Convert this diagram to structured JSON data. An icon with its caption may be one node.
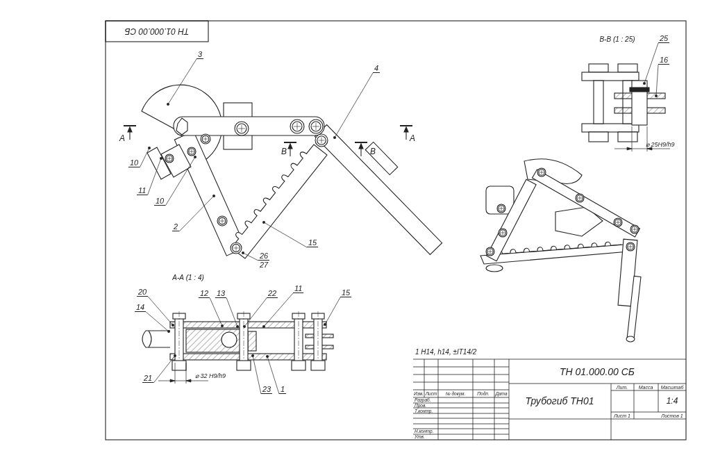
{
  "diagram": {
    "nodes": [
      {
        "text": [
          "3"
        ]
      },
      {
        "text": [
          "4"
        ]
      },
      {
        "text": [
          "10"
        ]
      },
      {
        "text": [
          "11"
        ]
      },
      {
        "text": [
          "10"
        ]
      },
      {
        "text": [
          "2"
        ]
      },
      {
        "text": [
          "15"
        ]
      },
      {
        "text": [
          "26",
          "27"
        ]
      },
      {
        "text": [
          "20"
        ]
      },
      {
        "text": [
          "14"
        ]
      },
      {
        "text": [
          "12"
        ]
      },
      {
        "text": [
          "13"
        ]
      },
      {
        "text": [
          "22"
        ]
      },
      {
        "text": [
          "11"
        ]
      },
      {
        "text": [
          "15"
        ]
      },
      {
        "text": [
          "21"
        ]
      },
      {
        "text": [
          "23"
        ]
      },
      {
        "text": [
          "1"
        ]
      },
      {
        "text": [
          "25"
        ]
      },
      {
        "text": [
          "16"
        ]
      },
      {
        "text": [],
        "shape": "circle"
      },
      {
        "text": [],
        "shape": "circle"
      },
      {
        "text": [],
        "shape": "circle"
      },
      {
        "text": [],
        "shape": "circle"
      },
      {
        "text": [],
        "shape": "circle"
      },
      {
        "text": [],
        "shape": "circle"
      },
      {
        "text": [],
        "shape": "circle"
      },
      {
        "text": [],
        "shape": "circle"
      },
      {
        "text": [],
        "shape": "circle"
      },
      {
        "text": [],
        "shape": "circle"
      },
      {
        "text": [],
        "shape": "circle"
      },
      {
        "text": [],
        "shape": "circle"
      },
      {
        "text": [],
        "shape": "circle"
      },
      {
        "text": [],
        "shape": "circle"
      },
      {
        "text": [],
        "shape": "circle"
      },
      {
        "text": [],
        "shape": "circle"
      },
      {
        "text": [],
        "shape": "circle"
      },
      {
        "text": [],
        "shape": "circle"
      },
      {
        "text": [],
        "shape": "circle"
      },
      {
        "text": [],
        "shape": "circle"
      }
    ],
    "edges": [
      {
        "from": 0,
        "to": 20,
        "arrow": "none"
      },
      {
        "from": 1,
        "to": 21,
        "arrow": "none"
      },
      {
        "from": 2,
        "to": 22,
        "arrow": "none"
      },
      {
        "from": 3,
        "to": 23,
        "arrow": "none"
      },
      {
        "from": 4,
        "to": 24,
        "arrow": "none"
      },
      {
        "from": 5,
        "to": 25,
        "arrow": "none"
      },
      {
        "from": 6,
        "to": 26,
        "arrow": "none"
      },
      {
        "from": 7,
        "to": 27,
        "arrow": "none"
      },
      {
        "from": 8,
        "to": 28,
        "arrow": "none"
      },
      {
        "from": 9,
        "to": 29,
        "arrow": "none"
      },
      {
        "from": 10,
        "to": 30,
        "arrow": "none"
      },
      {
        "from": 11,
        "to": 31,
        "arrow": "none"
      },
      {
        "from": 12,
        "to": 32,
        "arrow": "none"
      },
      {
        "from": 13,
        "to": 33,
        "arrow": "none"
      },
      {
        "from": 14,
        "to": 34,
        "arrow": "none"
      },
      {
        "from": 15,
        "to": 35,
        "arrow": "none"
      },
      {
        "from": 16,
        "to": 36,
        "arrow": "none"
      },
      {
        "from": 17,
        "to": 37,
        "arrow": "none"
      },
      {
        "from": 18,
        "to": 38,
        "arrow": "none"
      },
      {
        "from": 19,
        "to": 39,
        "arrow": "none"
      }
    ],
    "labels": [
      "ТН 01.000.00 СБ",
      "А",
      "А",
      "В",
      "В",
      "В-В (1 : 25)",
      "А-А (1 : 4)",
      "⌀ 32 H9/h9",
      "⌀ 25H9/h9",
      "1 H14, h14, ±IT14/2",
      "ТН 01.000.00 СБ",
      "Трубогиб ТН01",
      "Лит.",
      "Масса",
      "Масштаб",
      "1:4",
      "Лист 1",
      "Листов 1",
      "Изм.",
      "Лист",
      "№ докум.",
      "Подп.",
      "Дата",
      "Разраб.",
      "Пров.",
      "Т.контр.",
      "Н.контр.",
      "Утв."
    ]
  }
}
